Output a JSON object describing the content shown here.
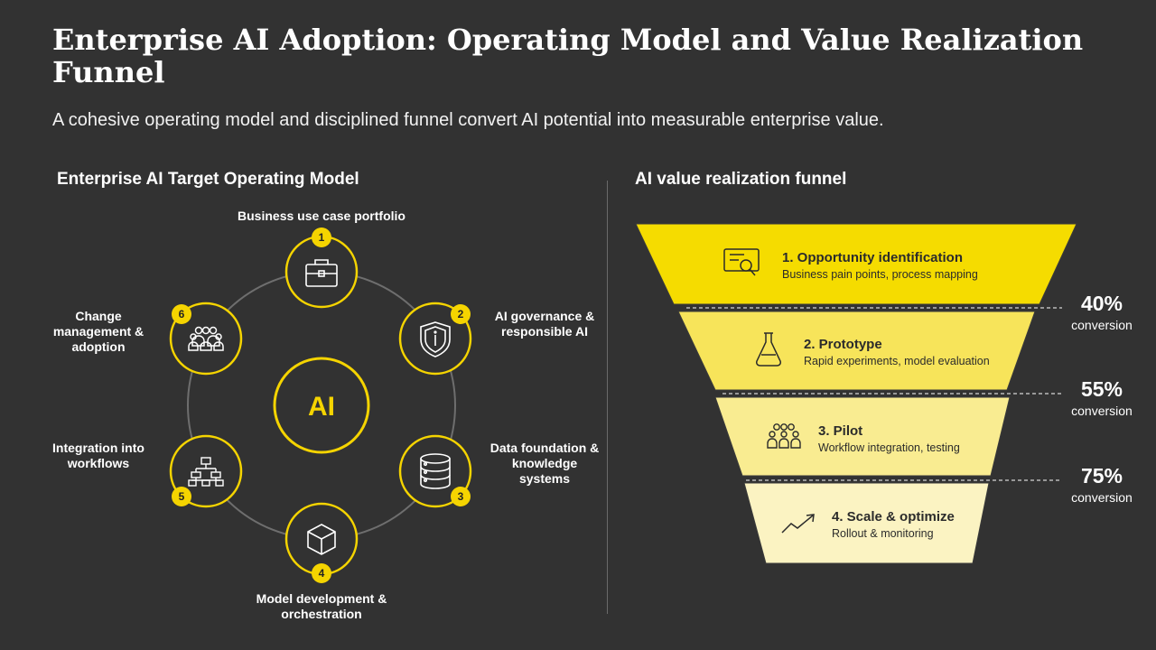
{
  "title": "Enterprise AI Adoption: Operating Model and Value Realization Funnel",
  "subtitle": "A cohesive operating model and disciplined funnel convert AI potential into measurable enterprise value.",
  "operating_model": {
    "heading": "Enterprise AI Target Operating Model",
    "center_label": "AI",
    "nodes": [
      {
        "number": "1",
        "label": "Business use case portfolio",
        "icon": "briefcase-icon"
      },
      {
        "number": "2",
        "label": "AI governance & responsible AI",
        "icon": "shield-icon"
      },
      {
        "number": "3",
        "label": "Data foundation & knowledge systems",
        "icon": "database-icon"
      },
      {
        "number": "4",
        "label": "Model development & orchestration",
        "icon": "cube-icon"
      },
      {
        "number": "5",
        "label": "Integration into workflows",
        "icon": "workflow-icon"
      },
      {
        "number": "6",
        "label": "Change management & adoption",
        "icon": "people-icon"
      }
    ]
  },
  "funnel": {
    "heading": "AI value realization funnel",
    "stages": [
      {
        "title": "1. Opportunity identification",
        "description": "Business pain points, process mapping",
        "icon": "document-search-icon",
        "color": "#f5dc00"
      },
      {
        "title": "2. Prototype",
        "description": "Rapid experiments, model evaluation",
        "icon": "flask-icon",
        "color": "#f7e45a"
      },
      {
        "title": "3. Pilot",
        "description": "Workflow integration, testing",
        "icon": "team-icon",
        "color": "#f9ec91"
      },
      {
        "title": "4. Scale & optimize",
        "description": "Rollout & monitoring",
        "icon": "trend-up-icon",
        "color": "#fbf3c2"
      }
    ],
    "conversions": [
      {
        "value": "40%",
        "label": "conversion"
      },
      {
        "value": "55%",
        "label": "conversion"
      },
      {
        "value": "75%",
        "label": "conversion"
      }
    ]
  },
  "colors": {
    "background": "#323232",
    "accent": "#f5d400",
    "ring": "#6e6e6e"
  }
}
